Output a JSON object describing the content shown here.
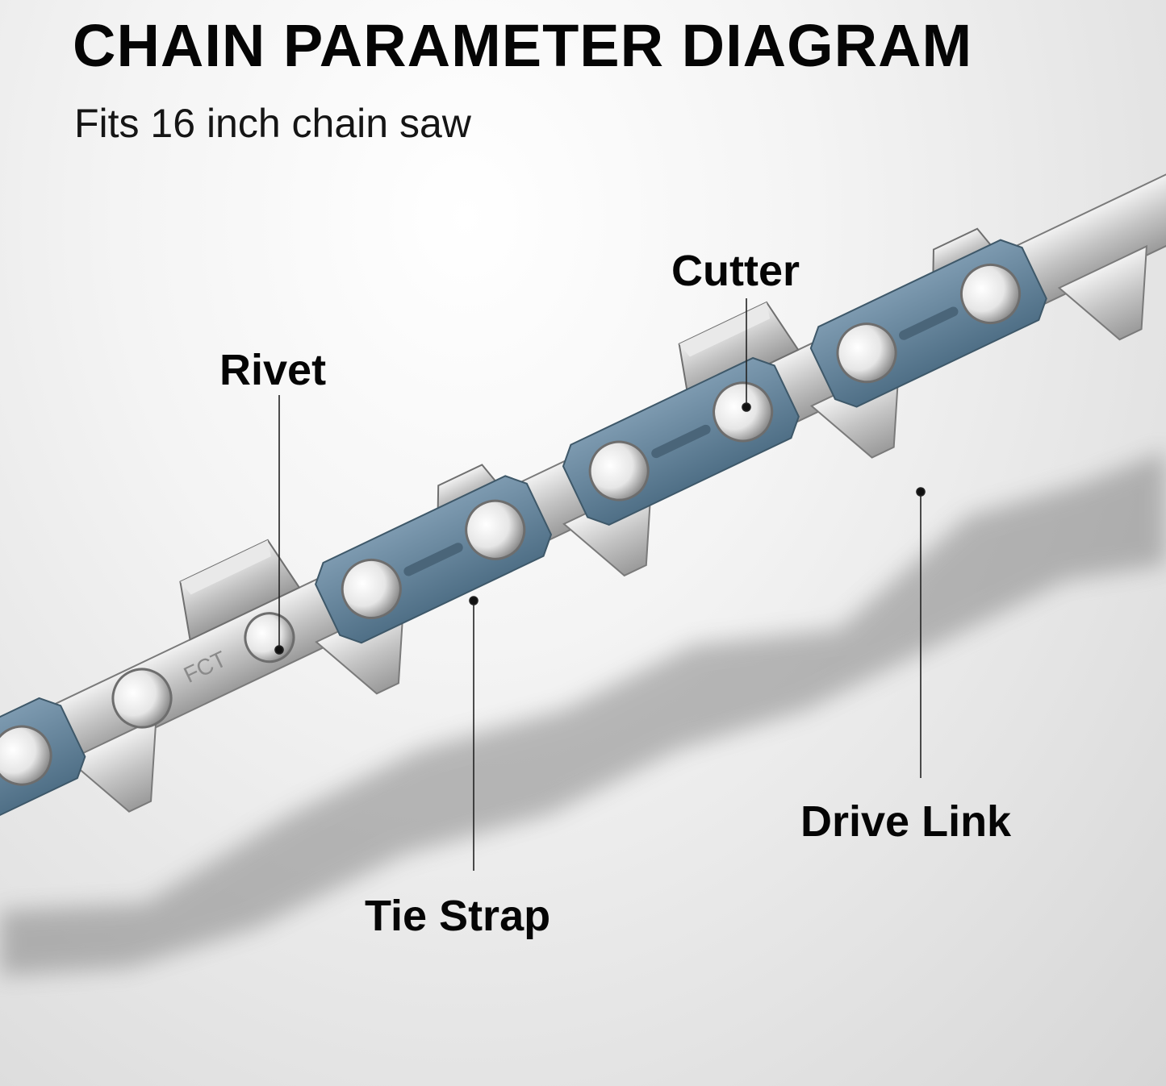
{
  "title": "CHAIN PARAMETER DIAGRAM",
  "subtitle": "Fits 16 inch chain saw",
  "engraving": "FCT",
  "labels": {
    "cutter": "Cutter",
    "rivet": "Rivet",
    "drive_link": "Drive Link",
    "tie_strap": "Tie Strap"
  },
  "colors": {
    "tie_strap": "#5f7f96",
    "steel": "#c9c9c9",
    "text": "#050505"
  }
}
